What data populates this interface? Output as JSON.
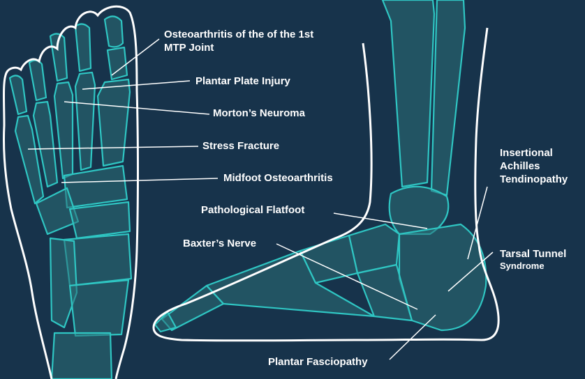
{
  "colors": {
    "background": "#17334b",
    "bone_fill": "#2b6f78",
    "bone_stroke": "#2fc6c3",
    "outline": "#ffffff",
    "label_text": "#ffffff"
  },
  "labels": {
    "osteoarthritis_line1": "Osteoarthritis of the of the 1st",
    "osteoarthritis_line2": "MTP Joint",
    "plantar_plate": "Plantar Plate Injury",
    "mortons": "Morton’s Neuroma",
    "stress_fracture": "Stress Fracture",
    "midfoot": "Midfoot Osteoarthritis",
    "flatfoot": "Pathological Flatfoot",
    "baxters": "Baxter’s Nerve",
    "achilles_line1": "Insertional",
    "achilles_line2": "Achilles",
    "achilles_line3": "Tendinopathy",
    "tarsal_line1": "Tarsal Tunnel",
    "tarsal_line2": "Syndrome",
    "plantar_fasciopathy": "Plantar Fasciopathy"
  }
}
